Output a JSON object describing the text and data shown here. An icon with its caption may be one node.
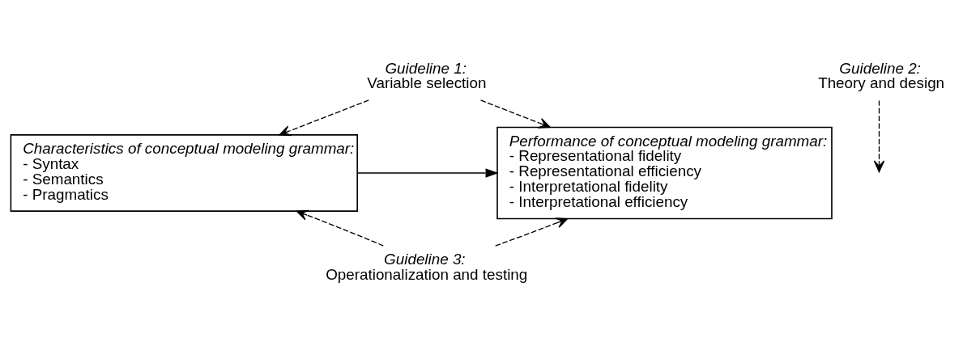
{
  "diagram": {
    "nodes": [
      {
        "text": [
          "Guideline 1:",
          "Variable selection"
        ]
      },
      {
        "text": [
          "Characteristics of conceptual modeling grammar:",
          "- Syntax",
          "- Semantics",
          "- Pragmatics"
        ]
      },
      {
        "text": [
          "Guideline 2:",
          "Theory and design"
        ]
      },
      {
        "text": [
          "Performance of conceptual modeling grammar:",
          "- Representational fidelity",
          "- Representational efficiency",
          "- Interpretational fidelity",
          "- Interpretational efficiency"
        ]
      },
      {
        "text": [
          "Guideline 3:",
          "Operationalization and testing"
        ]
      }
    ],
    "edges": [
      {
        "from": 0,
        "to": 1,
        "arrow": "to",
        "style": "dashed"
      },
      {
        "from": 0,
        "to": 3,
        "arrow": "to",
        "style": "dashed"
      },
      {
        "from": 1,
        "to": 3,
        "arrow": "to"
      },
      {
        "from": 2,
        "to": null,
        "arrow": "to",
        "style": "dashed"
      },
      {
        "from": 4,
        "to": 1,
        "arrow": "to",
        "style": "dashed"
      },
      {
        "from": 4,
        "to": 3,
        "arrow": "to",
        "style": "dashed"
      }
    ]
  }
}
